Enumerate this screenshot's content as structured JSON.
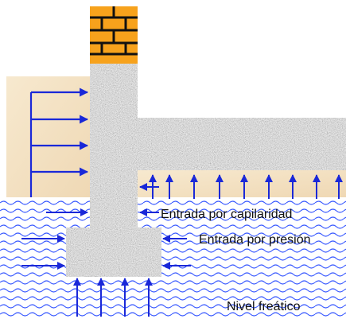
{
  "labels": {
    "capillarity": "Entrada por capilaridad",
    "pressure": "Entrada por presión",
    "water_table": "Nivel freático"
  },
  "colors": {
    "background": "#ffffff",
    "water_wave": "#3b5bff",
    "soil": "#f2dfbf",
    "arrow": "#1a28d8",
    "brick": "#f7a21c",
    "mortar": "#111111",
    "concrete_light": "#ededed",
    "concrete_dark": "#4a4a4a"
  }
}
